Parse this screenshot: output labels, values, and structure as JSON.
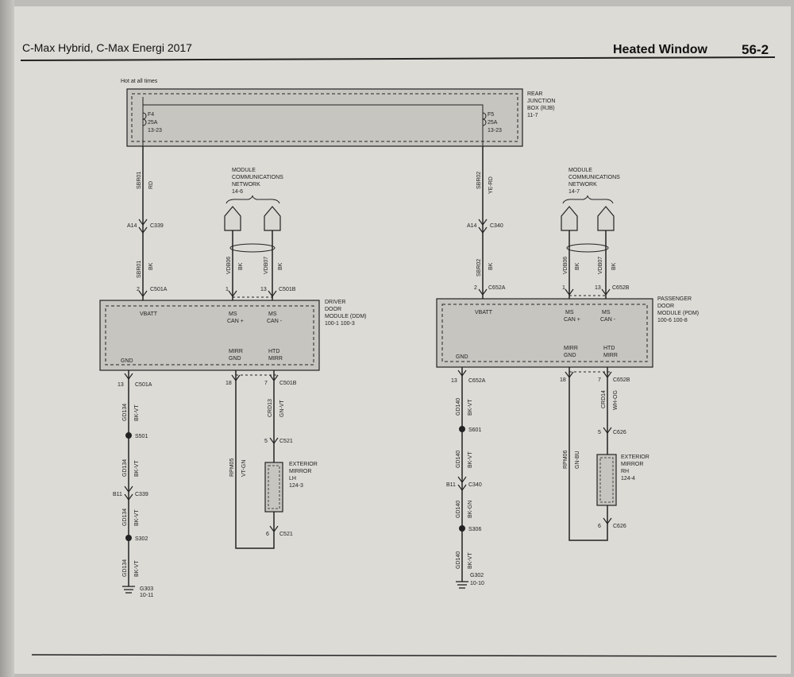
{
  "header": {
    "vehicle": "C-Max Hybrid, C-Max Energi 2017",
    "title": "Heated Window",
    "page": "56-2"
  },
  "note_hot": "Hot at all times",
  "rjb": {
    "l1": "REAR",
    "l2": "JUNCTION",
    "l3": "BOX (RJB)",
    "l4": "11-7",
    "fuse_left": {
      "name": "F4",
      "amp": "25A",
      "ref": "13-23"
    },
    "fuse_right": {
      "name": "F5",
      "amp": "25A",
      "ref": "13-23"
    }
  },
  "network_left": {
    "l1": "MODULE",
    "l2": "COMMUNICATIONS",
    "l3": "NETWORK",
    "l4": "14-6"
  },
  "network_right": {
    "l1": "MODULE",
    "l2": "COMMUNICATIONS",
    "l3": "NETWORK",
    "l4": "14-7"
  },
  "ddm": {
    "l1": "DRIVER",
    "l2": "DOOR",
    "l3": "MODULE (DDM)",
    "l4": "100-1   100-3",
    "vbatt": "VBATT",
    "ms_a": "MS",
    "can_p": "CAN +",
    "ms_b": "MS",
    "can_m": "CAN -",
    "gnd": "GND",
    "mirr_a": "MIRR",
    "gnd2": "GND",
    "htd": "HTD",
    "mirr_b": "MIRR"
  },
  "pdm": {
    "l1": "PASSENGER",
    "l2": "DOOR",
    "l3": "MODULE (PDM)",
    "l4": "100-6   100-8",
    "vbatt": "VBATT",
    "ms_a": "MS",
    "can_p": "CAN +",
    "ms_b": "MS",
    "can_m": "CAN -",
    "gnd": "GND",
    "mirr_a": "MIRR",
    "gnd2": "GND",
    "htd": "HTD",
    "mirr_b": "MIRR"
  },
  "mirror_left": {
    "l1": "EXTERIOR",
    "l2": "MIRROR",
    "l3": "LH",
    "l4": "124-3"
  },
  "mirror_right": {
    "l1": "EXTERIOR",
    "l2": "MIRROR",
    "l3": "RH",
    "l4": "124-4"
  },
  "left": {
    "w1": "SBR01",
    "c1": "RD",
    "p_a14": "A14",
    "k_c339": "C339",
    "w2": "SBR01",
    "c2": "BK",
    "p2": "2",
    "k_c501a": "C501A",
    "w3": "VDB06",
    "c3": "BK",
    "p1": "1",
    "w4": "VDB07",
    "c4": "BK",
    "p13": "13",
    "k_c501b": "C501B",
    "p13b": "13",
    "k_c501a2": "C501A",
    "p18": "18",
    "p7": "7",
    "k_c501b2": "C501B",
    "w5": "GD134",
    "c5": "BK-VT",
    "s501": "S501",
    "w6": "GD134",
    "c6": "BK-VT",
    "pb11": "B11",
    "k_c339b": "C339",
    "w7": "GD134",
    "c7": "BK-VT",
    "s302": "S302",
    "w8": "GD134",
    "c8": "BK-VT",
    "g": "G303",
    "gref": "10-11",
    "w9": "RPM05",
    "c9": "VT-GN",
    "w10": "CRD13",
    "c10": "GN-VT",
    "p5": "5",
    "k_c521": "C521",
    "p6": "6",
    "k_c521b": "C521"
  },
  "right": {
    "w1": "SBR02",
    "c1": "YE-RD",
    "p_a14": "A14",
    "k_c340": "C340",
    "w2": "SBR02",
    "c2": "BK",
    "p2": "2",
    "k_c652a": "C652A",
    "w3": "VDB06",
    "c3": "BK",
    "p1": "1",
    "w4": "VDB07",
    "c4": "BK",
    "p13": "13",
    "k_c652b": "C652B",
    "p13b": "13",
    "k_c652a2": "C652A",
    "p18": "18",
    "p7": "7",
    "k_c652b2": "C652B",
    "w5": "GD140",
    "c5": "BK-VT",
    "s601": "S601",
    "w6": "GD140",
    "c6": "BK-VT",
    "pb11": "B11",
    "k_c340b": "C340",
    "w7": "GD140",
    "c7": "BK-GN",
    "s306": "S306",
    "w8": "GD140",
    "c8": "BK-VT",
    "g": "G302",
    "gref": "10-10",
    "w9": "RPM06",
    "c9": "GN-BU",
    "w10": "CRD14",
    "c10": "WH-OG",
    "p5": "5",
    "k_c626": "C626",
    "p6": "6",
    "k_c626b": "C626"
  },
  "colors": {
    "page": "#dcdbd6",
    "ink": "#222222",
    "module_fill": "#c6c5c0"
  }
}
